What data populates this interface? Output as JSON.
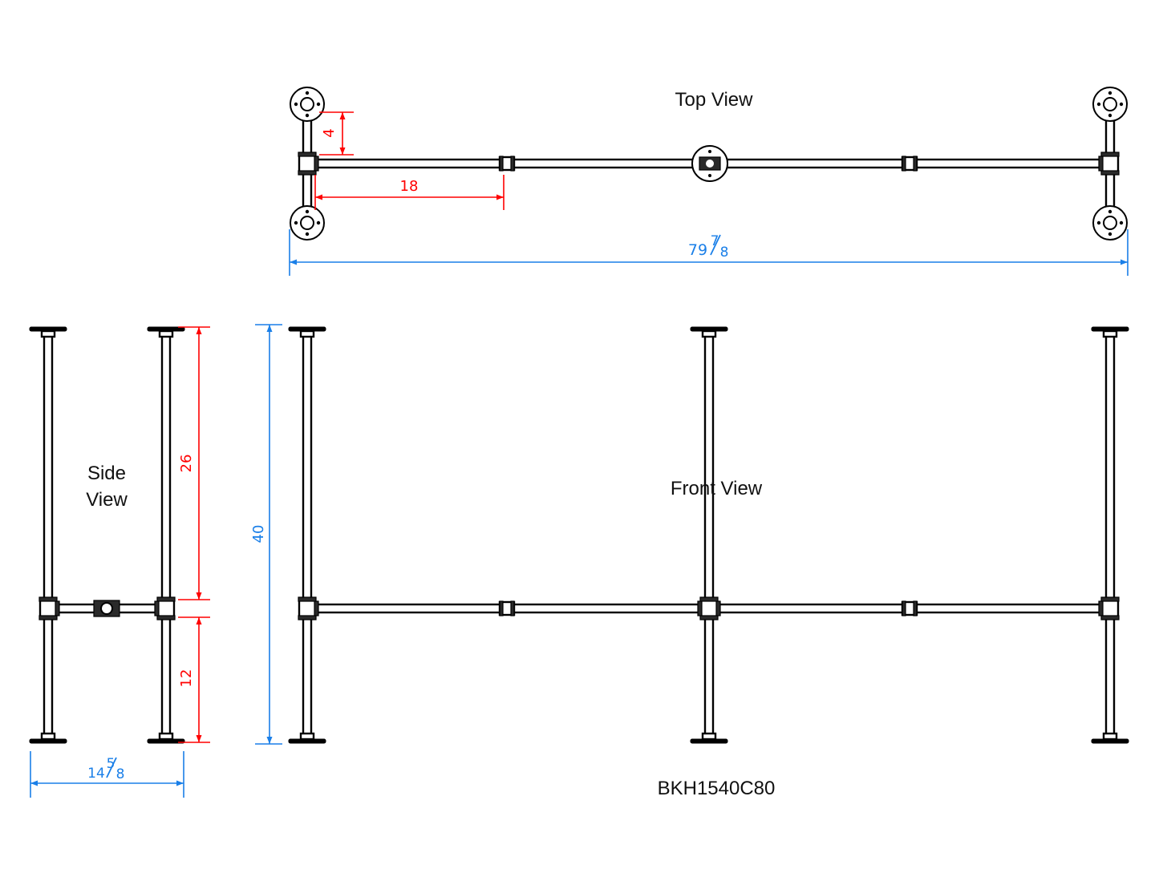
{
  "title": "BKH1540C80",
  "colors": {
    "line": "#000000",
    "dim_red": "#ff0000",
    "dim_blue": "#1a7fe8",
    "background": "#ffffff"
  },
  "views": {
    "top": {
      "label": "Top View"
    },
    "side": {
      "label_line1": "Side",
      "label_line2": "View"
    },
    "front": {
      "label": "Front View"
    }
  },
  "dimensions": {
    "top_offset": {
      "value": "4",
      "unit": "in",
      "color": "red"
    },
    "top_coupling_offset": {
      "value": "18",
      "unit": "in",
      "color": "red"
    },
    "overall_length": {
      "whole": "79",
      "num": "7",
      "den": "8",
      "text": "79 7/8",
      "unit": "in",
      "color": "blue"
    },
    "upper_leg": {
      "value": "26",
      "unit": "in",
      "color": "red"
    },
    "lower_leg": {
      "value": "12",
      "unit": "in",
      "color": "red"
    },
    "overall_height": {
      "value": "40",
      "unit": "in",
      "color": "blue"
    },
    "overall_depth": {
      "whole": "14",
      "num": "5",
      "den": "8",
      "text": "14 5/8",
      "unit": "in",
      "color": "blue"
    }
  },
  "model_code": "BKH1540C80"
}
